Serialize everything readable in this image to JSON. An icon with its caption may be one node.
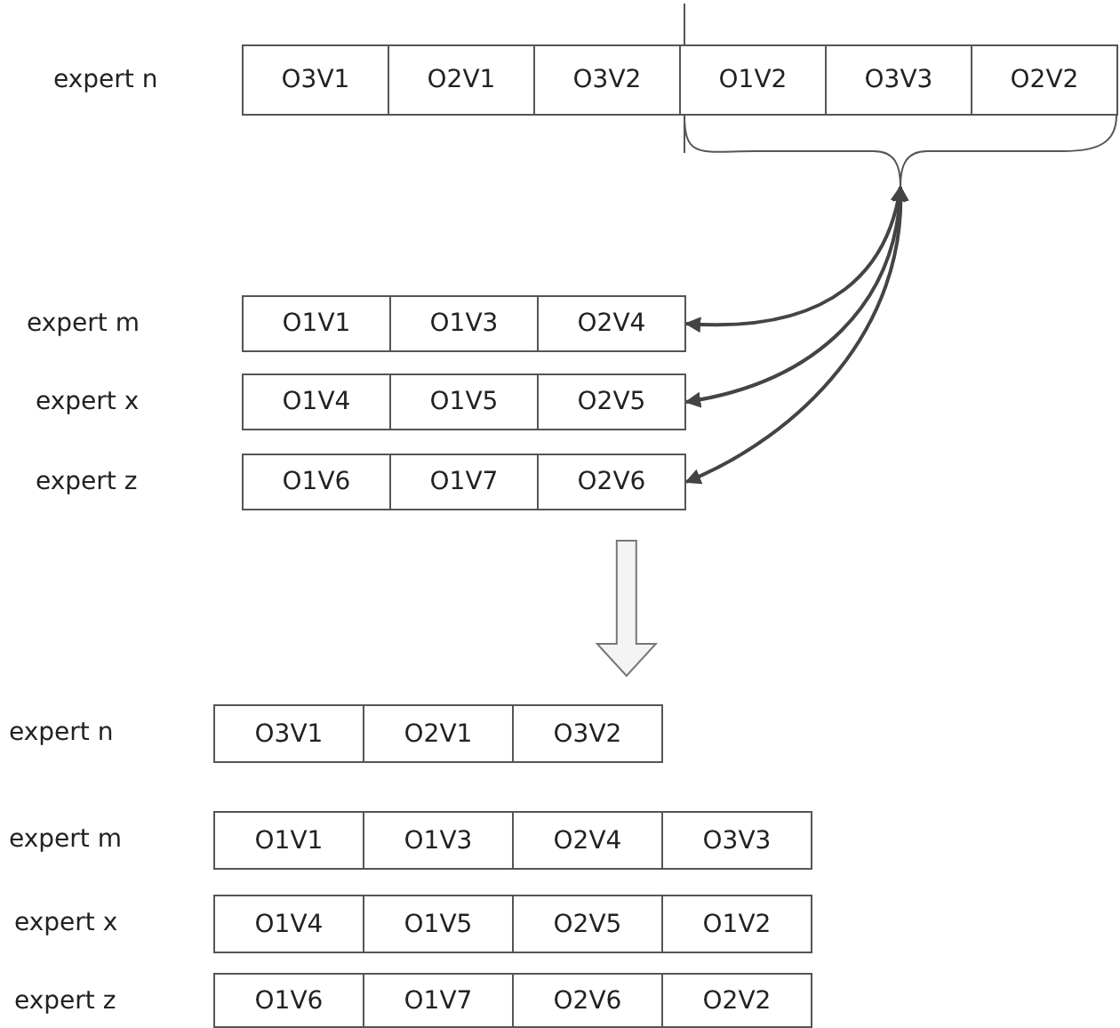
{
  "diagram": {
    "nodes": [
      {
        "text": [
          "O3V1"
        ]
      },
      {
        "text": [
          "O2V1"
        ]
      },
      {
        "text": [
          "O3V2"
        ]
      },
      {
        "text": [
          "O1V2"
        ]
      },
      {
        "text": [
          "O3V3"
        ]
      },
      {
        "text": [
          "O2V2"
        ]
      },
      {
        "text": [],
        "shape": "brace"
      },
      {
        "text": [
          "O1V1"
        ]
      },
      {
        "text": [
          "O1V3"
        ]
      },
      {
        "text": [
          "O2V4"
        ]
      },
      {
        "text": [
          "O1V4"
        ]
      },
      {
        "text": [
          "O1V5"
        ]
      },
      {
        "text": [
          "O2V5"
        ]
      },
      {
        "text": [
          "O1V6"
        ]
      },
      {
        "text": [
          "O1V7"
        ]
      },
      {
        "text": [
          "O2V6"
        ]
      },
      {
        "text": [
          "O3V1"
        ]
      },
      {
        "text": [
          "O2V1"
        ]
      },
      {
        "text": [
          "O3V2"
        ]
      },
      {
        "text": [
          "O1V1"
        ]
      },
      {
        "text": [
          "O1V3"
        ]
      },
      {
        "text": [
          "O2V4"
        ]
      },
      {
        "text": [
          "O3V3"
        ]
      },
      {
        "text": [
          "O1V4"
        ]
      },
      {
        "text": [
          "O1V5"
        ]
      },
      {
        "text": [
          "O2V5"
        ]
      },
      {
        "text": [
          "O1V2"
        ]
      },
      {
        "text": [
          "O1V6"
        ]
      },
      {
        "text": [
          "O1V7"
        ]
      },
      {
        "text": [
          "O2V6"
        ]
      },
      {
        "text": [
          "O2V2"
        ]
      }
    ],
    "edges": [
      {
        "from": 6,
        "to": 9,
        "arrow": "both"
      },
      {
        "from": 6,
        "to": 12,
        "arrow": "both"
      },
      {
        "from": 6,
        "to": 15,
        "arrow": "both"
      },
      {
        "from": 15,
        "to": 18,
        "arrow": "to",
        "style": "thick"
      }
    ],
    "labels": [
      "expert n",
      "expert m",
      "expert x",
      "expert z",
      "expert n",
      "expert m",
      "expert x",
      "expert z"
    ]
  }
}
